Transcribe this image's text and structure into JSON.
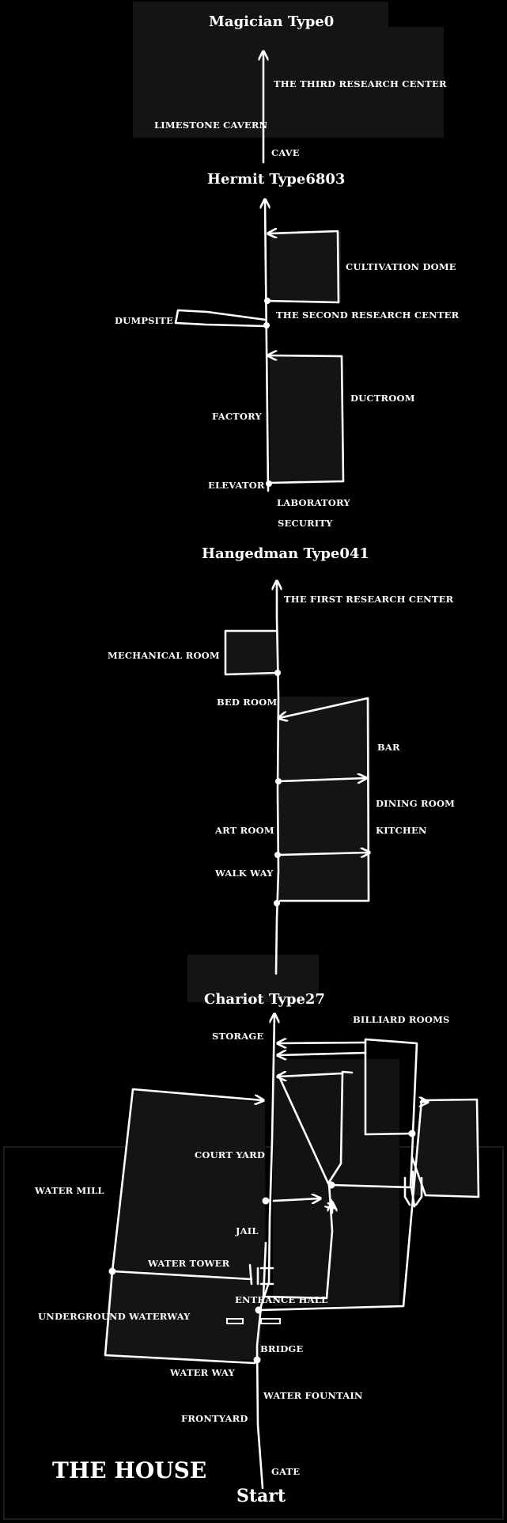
{
  "bosses": {
    "magician": "Magician Type0",
    "hermit": "Hermit Type6803",
    "hangedman": "Hangedman Type041",
    "chariot": "Chariot Type27"
  },
  "areas": {
    "third_research_center": "THE THIRD RESEARCH CENTER",
    "limestone_cavern": "LIMESTONE CAVERN",
    "cave": "CAVE",
    "cultivation_dome": "CULTIVATION DOME",
    "dumpsite": "DUMPSITE",
    "second_research_center": "THE SECOND RESEARCH CENTER",
    "ductroom": "DUCTROOM",
    "factory": "FACTORY",
    "elevator": "ELEVATOR",
    "laboratory": "LABORATORY",
    "security": "SECURITY",
    "first_research_center": "THE FIRST RESEARCH CENTER",
    "mechanical_room": "MECHANICAL ROOM",
    "bed_room": "BED ROOM",
    "bar": "BAR",
    "dining_room": "DINING ROOM",
    "art_room": "ART ROOM",
    "kitchen": "KITCHEN",
    "walk_way": "WALK WAY",
    "storage": "STORAGE",
    "billiard_rooms": "BILLIARD ROOMS",
    "court_yard": "COURT YARD",
    "water_mill": "WATER MILL",
    "jail": "JAIL",
    "water_tower": "WATER TOWER",
    "entrance_hall": "ENTRANCE HALL",
    "underground_waterway": "UNDERGROUND WATERWAY",
    "bridge": "BRIDGE",
    "water_way": "WATER WAY",
    "water_fountain": "WATER FOUNTAIN",
    "frontyard": "FRONTYARD",
    "gate": "GATE"
  },
  "house_title": "THE HOUSE",
  "start_label": "Start"
}
